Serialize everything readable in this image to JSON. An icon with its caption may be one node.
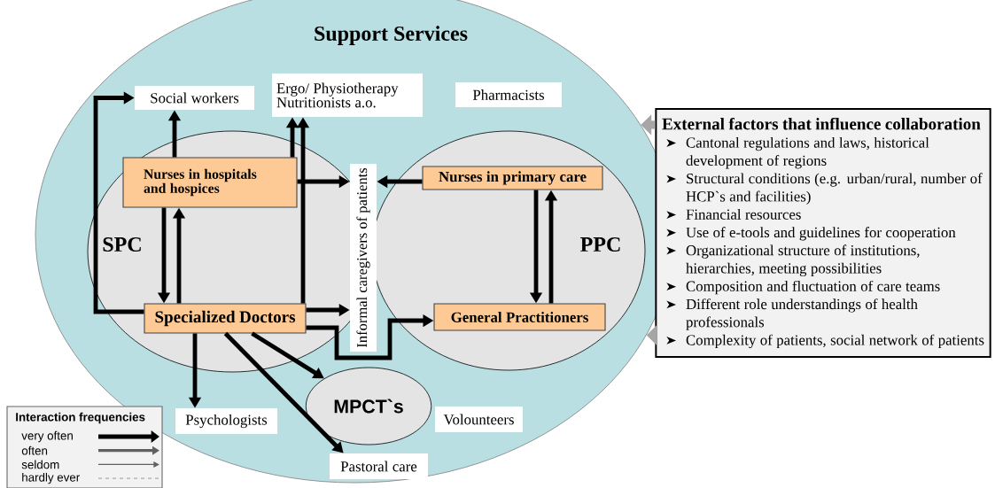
{
  "diagram": {
    "nodes": [
      {
        "text": [
          "Support Services"
        ]
      },
      {
        "text": [
          "Social workers"
        ],
        "in": 0
      },
      {
        "text": [
          "Ergo/ Physiotherapy Nutritionists a.o."
        ],
        "in": 0
      },
      {
        "text": [
          "Pharmacists"
        ],
        "in": 0
      },
      {
        "text": [
          "SPC"
        ],
        "in": 0
      },
      {
        "text": [
          "Nurses in hospitals and hospices"
        ],
        "in": 4
      },
      {
        "text": [
          "Informal caregivers of patients"
        ],
        "in": 4
      },
      {
        "text": [
          "PPC"
        ],
        "in": 0
      },
      {
        "text": [
          "Nurses in primary care"
        ],
        "in": 7
      },
      {
        "text": [
          "Specialized Doctors"
        ],
        "in": 4
      },
      {
        "text": [
          "General Practitioners"
        ],
        "in": 7
      },
      {
        "text": [
          "MPCT`s"
        ],
        "in": 0
      },
      {
        "text": [
          "Psychologists"
        ],
        "in": 0
      },
      {
        "text": [
          "Volounteers"
        ],
        "in": 0
      },
      {
        "text": [
          "Pastoral care"
        ],
        "in": 0
      },
      {
        "text": [
          "External factors that influence collaboration",
          "Cantonal regulations and laws, historical development of regions",
          "Structural conditions (e.g. urban/rural, number of HCP`s and facilities)",
          "Financial resources",
          "Use of e-tools and guidelines for cooperation",
          "Organizational structure of institutions, hierarchies, meeting possibilities",
          "Composition and fluctuation of care teams",
          "Different role understandings of health professionals",
          "Complexity of patients, social network of patients"
        ]
      }
    ],
    "edges": [
      {
        "from": 5,
        "to": 1,
        "arrow": "to"
      },
      {
        "from": 9,
        "to": 1,
        "arrow": "to"
      },
      {
        "from": 9,
        "to": 2,
        "arrow": "to"
      },
      {
        "from": 5,
        "to": 2,
        "arrow": "to"
      },
      {
        "from": 5,
        "to": 9,
        "arrow": "to"
      },
      {
        "from": 9,
        "to": 5,
        "arrow": "to"
      },
      {
        "from": 5,
        "to": 6,
        "arrow": "to"
      },
      {
        "from": 8,
        "to": 6,
        "arrow": "to"
      },
      {
        "from": 9,
        "to": 6,
        "arrow": "to"
      },
      {
        "from": 9,
        "to": 10,
        "arrow": "to"
      },
      {
        "from": 8,
        "to": 10,
        "arrow": "to"
      },
      {
        "from": 10,
        "to": 8,
        "arrow": "to"
      },
      {
        "from": 9,
        "to": 12,
        "arrow": "to"
      },
      {
        "from": 9,
        "to": 11,
        "arrow": "to"
      },
      {
        "from": 9,
        "to": 14,
        "arrow": "to"
      },
      {
        "from": 15,
        "to": 0,
        "arrow": "to",
        "style": "thick",
        "color": "#a6a6a6"
      },
      {
        "from": 15,
        "to": 0,
        "arrow": "to",
        "style": "thick",
        "color": "#a6a6a6"
      }
    ],
    "labels": [
      "Interaction frequencies"
    ],
    "legend": [
      {
        "text": "very often"
      },
      {
        "text": "often"
      },
      {
        "text": "seldom"
      },
      {
        "text": "hardly ever"
      }
    ]
  }
}
